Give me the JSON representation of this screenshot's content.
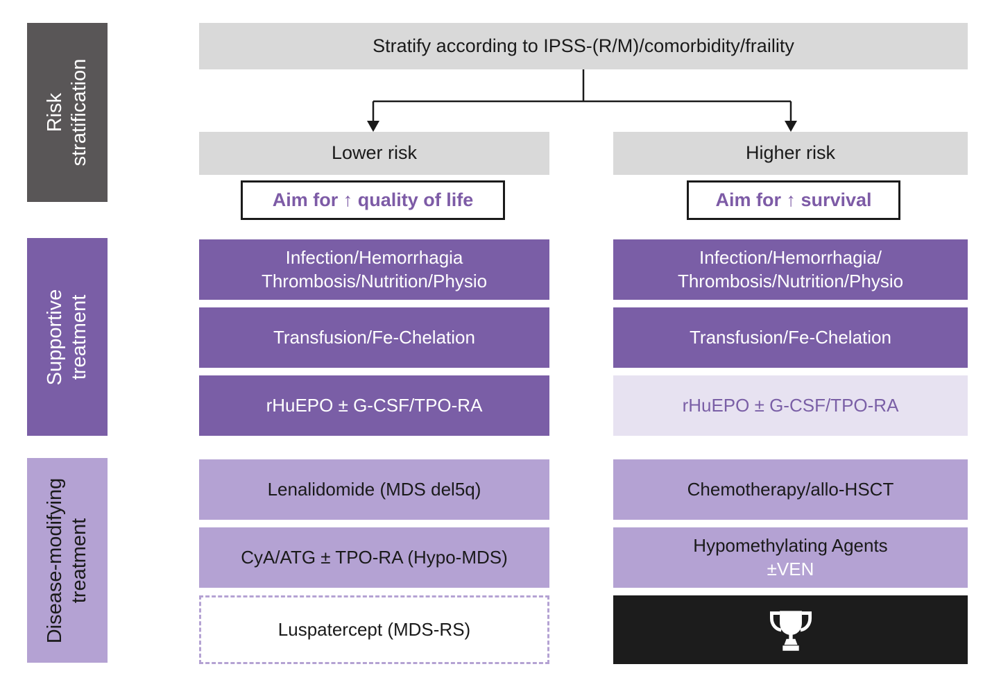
{
  "palette": {
    "dark_gray": "#595657",
    "box_gray": "#D9D9D9",
    "purple": "#7A5EA6",
    "light_purple": "#B4A2D3",
    "lavender": "#E7E2F1",
    "accent_text_purple": "#7D5BA6",
    "near_black": "#1C1C1C"
  },
  "header": {
    "stratify": "Stratify according to IPSS-(R/M)/comorbidity/fraility"
  },
  "sidebar": {
    "risk": "Risk\nstratification",
    "supportive": "Supportive\ntreatment",
    "disease": "Disease-modifying\ntreatment"
  },
  "lower": {
    "risk_label": "Lower risk",
    "aim": "Aim for ↑ quality of life",
    "supportive": [
      "Infection/Hemorrhagia\nThrombosis/Nutrition/Physio",
      "Transfusion/Fe-Chelation",
      "rHuEPO ± G-CSF/TPO-RA"
    ],
    "disease": [
      "Lenalidomide (MDS del5q)",
      "CyA/ATG ± TPO-RA (Hypo-MDS)",
      "Luspatercept (MDS-RS)"
    ]
  },
  "higher": {
    "risk_label": "Higher risk",
    "aim": "Aim for ↑ survival",
    "supportive": [
      "Infection/Hemorrhagia/\nThrombosis/Nutrition/Physio",
      "Transfusion/Fe-Chelation",
      "rHuEPO ± G-CSF/TPO-RA"
    ],
    "disease_1": "Chemotherapy/allo-HSCT",
    "disease_2_line1": "Hypomethylating Agents",
    "disease_2_line2": "±VEN",
    "disease_3_icon": "trophy"
  }
}
